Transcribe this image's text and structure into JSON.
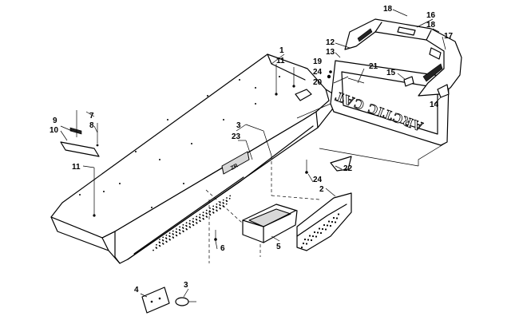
{
  "callouts": [
    {
      "id": "c1",
      "label": "1"
    },
    {
      "id": "c2",
      "label": "2"
    },
    {
      "id": "c3a",
      "label": "3"
    },
    {
      "id": "c3b",
      "label": "3"
    },
    {
      "id": "c4",
      "label": "4"
    },
    {
      "id": "c5",
      "label": "5"
    },
    {
      "id": "c6",
      "label": "6"
    },
    {
      "id": "c7",
      "label": "7"
    },
    {
      "id": "c8",
      "label": "8"
    },
    {
      "id": "c9",
      "label": "9"
    },
    {
      "id": "c10",
      "label": "10"
    },
    {
      "id": "c11a",
      "label": "11"
    },
    {
      "id": "c11b",
      "label": "11"
    },
    {
      "id": "c12",
      "label": "12"
    },
    {
      "id": "c13",
      "label": "13"
    },
    {
      "id": "c14",
      "label": "14"
    },
    {
      "id": "c15",
      "label": "15"
    },
    {
      "id": "c16",
      "label": "16"
    },
    {
      "id": "c17",
      "label": "17"
    },
    {
      "id": "c18a",
      "label": "18"
    },
    {
      "id": "c18b",
      "label": "18"
    },
    {
      "id": "c19",
      "label": "19"
    },
    {
      "id": "c20",
      "label": "20"
    },
    {
      "id": "c21",
      "label": "21"
    },
    {
      "id": "c22",
      "label": "22"
    },
    {
      "id": "c23",
      "label": "23"
    },
    {
      "id": "c24a",
      "label": "24"
    },
    {
      "id": "c24b",
      "label": "24"
    }
  ],
  "flap_logo": "ARCTIC CAT",
  "tunnel_badge": "ZR"
}
